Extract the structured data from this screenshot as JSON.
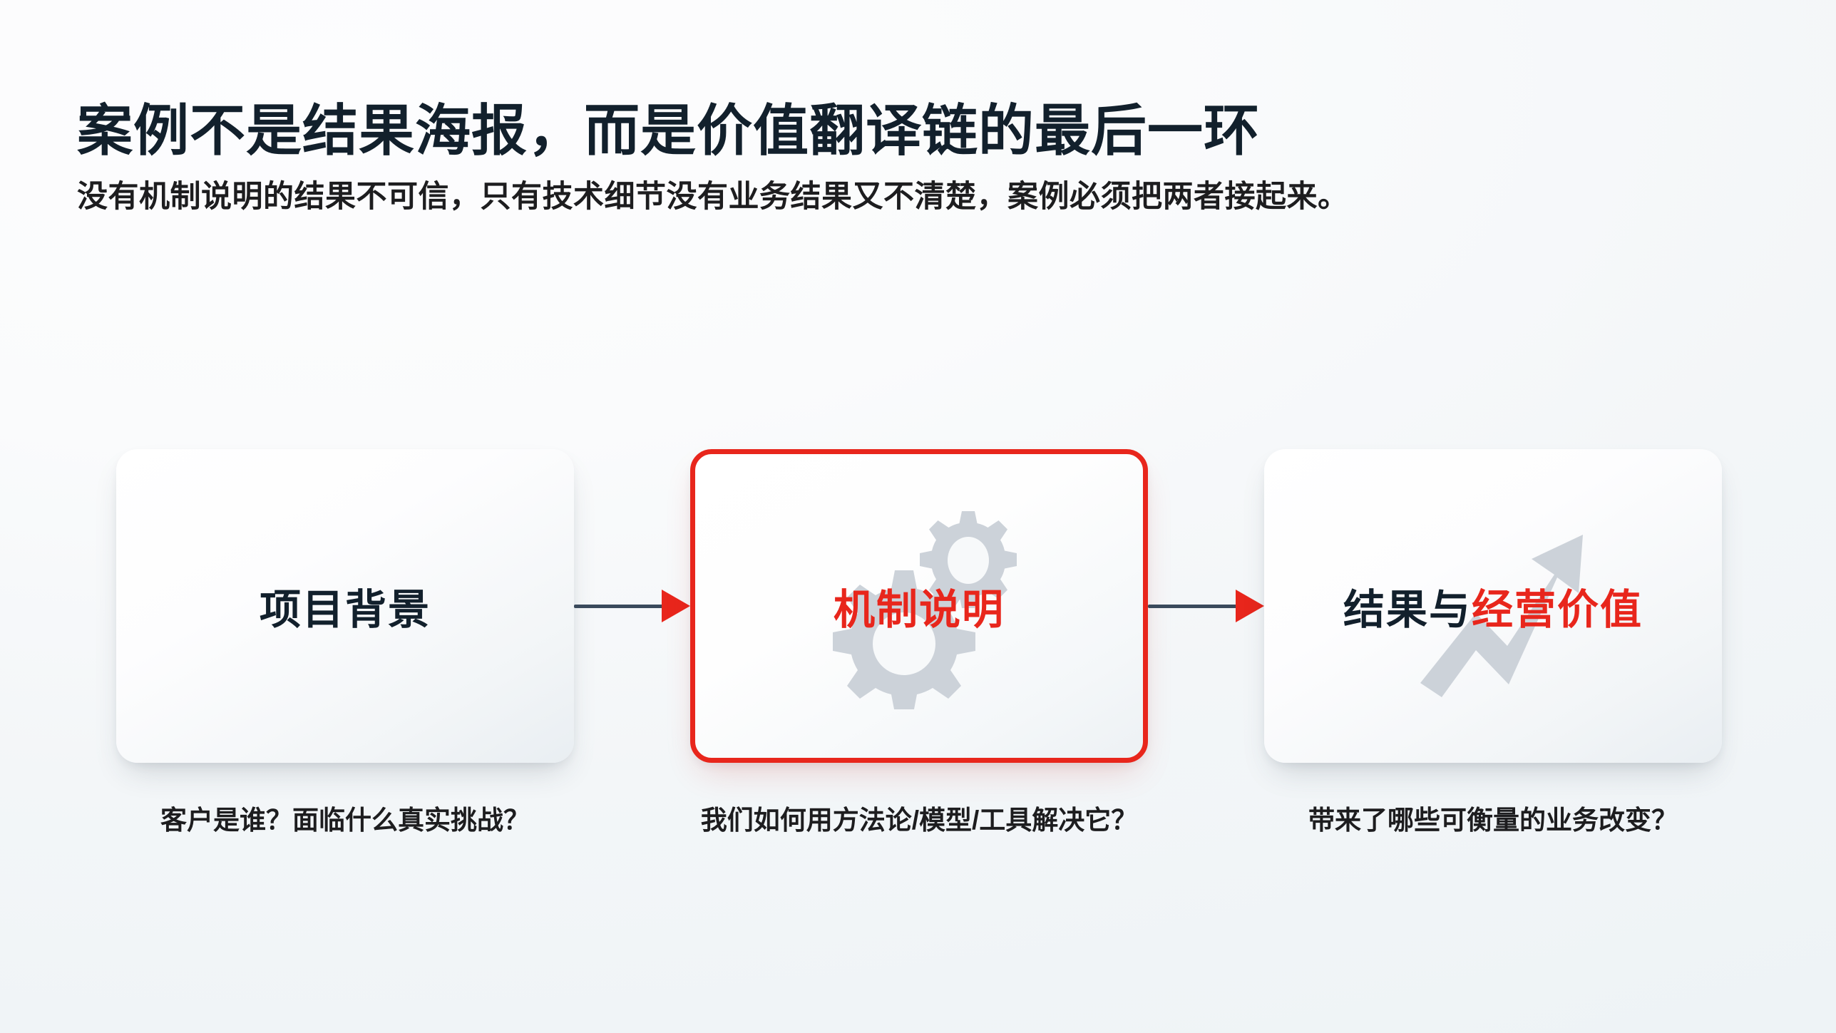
{
  "header": {
    "title": "案例不是结果海报，而是价值翻译链的最后一环",
    "subtitle": "没有机制说明的结果不可信，只有技术细节没有业务结果又不清楚，案例必须把两者接起来。"
  },
  "theme": {
    "accent_red": "#e8261c",
    "text_dark": "#12202c",
    "connector_line": "#3a4a5c",
    "watermark_gray": "#ccd2d9",
    "background": "#f3f6f8"
  },
  "flow": {
    "stages": [
      {
        "id": "background",
        "label": "项目背景",
        "label_plain": "项目背景",
        "label_accent": "",
        "caption": "客户是谁？面临什么真实挑战？",
        "highlighted": false,
        "watermark": ""
      },
      {
        "id": "mechanism",
        "label": "机制说明",
        "label_plain": "",
        "label_accent": "机制说明",
        "caption": "我们如何用方法论/模型/工具解决它？",
        "highlighted": true,
        "watermark": "gears-icon"
      },
      {
        "id": "results",
        "label": "结果与经营价值",
        "label_plain": "结果与",
        "label_accent": "经营价值",
        "caption": "带来了哪些可衡量的业务改变？",
        "highlighted": false,
        "watermark": "trending-up-arrow-icon"
      }
    ],
    "connectors": [
      {
        "id": "connector-1",
        "icon": "arrow-right-icon"
      },
      {
        "id": "connector-2",
        "icon": "arrow-right-icon"
      }
    ]
  }
}
